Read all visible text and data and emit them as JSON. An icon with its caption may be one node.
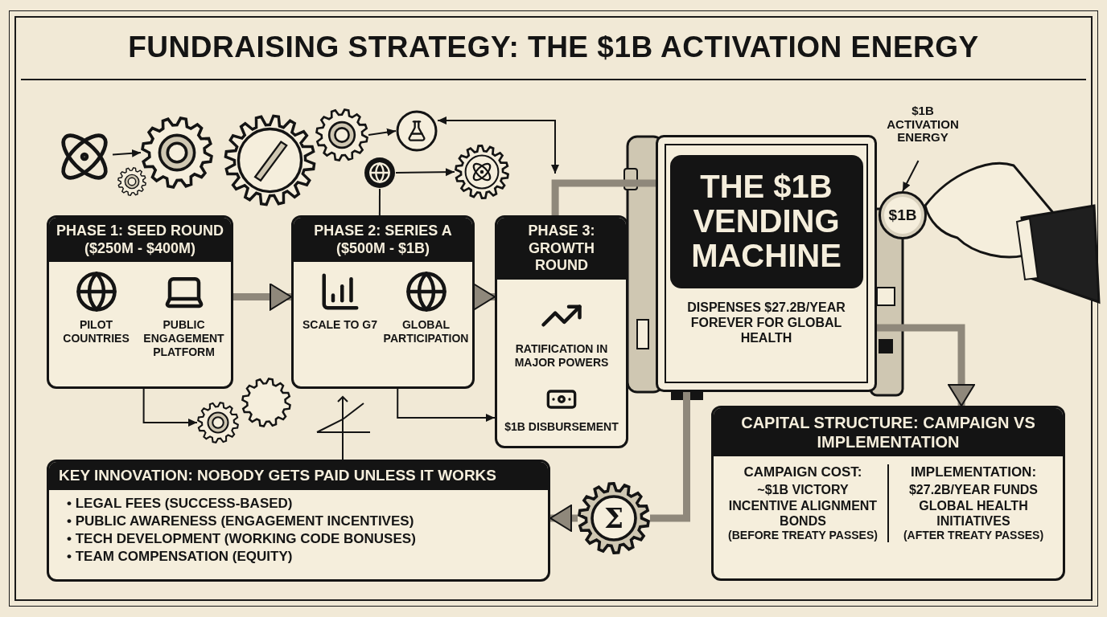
{
  "diagram": {
    "title": "FUNDRAISING STRATEGY: THE $1B ACTIVATION ENERGY",
    "nodes": [
      {
        "text": [],
        "shape": "picture"
      },
      {
        "text": [],
        "shape": "picture"
      },
      {
        "text": [],
        "shape": "picture"
      },
      {
        "text": [],
        "shape": "picture"
      },
      {
        "text": [],
        "shape": "picture"
      },
      {
        "text": [],
        "shape": "picture"
      },
      {
        "text": [
          "PHASE 1: SEED ROUND ($250M - $400M)",
          "PILOT COUNTRIES",
          "PUBLIC ENGAGEMENT PLATFORM"
        ]
      },
      {
        "text": [
          "PHASE 2: SERIES A ($500M - $1B)",
          "SCALE TO G7",
          "GLOBAL PARTICIPATION"
        ]
      },
      {
        "text": [
          "PHASE 3: GROWTH ROUND",
          "RATIFICATION IN MAJOR POWERS",
          "$1B DISBURSEMENT"
        ]
      },
      {
        "text": [
          "THE $1B VENDING MACHINE",
          "DISPENSES $27.2B/YEAR FOREVER FOR GLOBAL HEALTH"
        ]
      },
      {
        "text": [
          "$1B ACTIVATION ENERGY"
        ]
      },
      {
        "text": [
          "$1B"
        ]
      },
      {
        "text": [
          "CAPITAL STRUCTURE: CAMPAIGN VS IMPLEMENTATION",
          "CAMPAIGN COST:",
          "~$1B VICTORY INCENTIVE ALIGNMENT BONDS",
          "(BEFORE TREATY PASSES)",
          "IMPLEMENTATION:",
          "$27.2B/YEAR FUNDS GLOBAL HEALTH INITIATIVES",
          "(AFTER TREATY PASSES)"
        ]
      },
      {
        "text": [],
        "shape": "picture"
      },
      {
        "text": [
          "KEY INNOVATION: NOBODY GETS PAID UNLESS IT WORKS",
          "• LEGAL FEES (SUCCESS-BASED)",
          "• PUBLIC AWARENESS (ENGAGEMENT INCENTIVES)",
          "• TECH DEVELOPMENT (WORKING CODE BONUSES)",
          "• TEAM COMPENSATION (EQUITY)"
        ]
      },
      {
        "text": [
          "Σ"
        ]
      }
    ],
    "edges": [
      {
        "from": 0,
        "to": 1,
        "arrow": "to"
      },
      {
        "from": 2,
        "to": 3,
        "arrow": "to"
      },
      {
        "from": 4,
        "to": 5,
        "arrow": "to"
      },
      {
        "from": 3,
        "to": null,
        "arrow": "both"
      },
      {
        "from": 4,
        "to": 7,
        "arrow": "none"
      },
      {
        "from": 6,
        "to": 7,
        "arrow": "to",
        "style": "thick",
        "color": "#8f887b"
      },
      {
        "from": 7,
        "to": 8,
        "arrow": "to",
        "style": "thick",
        "color": "#8f887b"
      },
      {
        "from": 6,
        "to": 13,
        "arrow": "to"
      },
      {
        "from": 7,
        "to": 8,
        "arrow": "to"
      },
      {
        "from": 8,
        "to": 9,
        "arrow": "none",
        "style": "thick",
        "color": "#8f887b"
      },
      {
        "from": 10,
        "to": 11,
        "arrow": "to"
      },
      {
        "from": 9,
        "to": 12,
        "arrow": "to",
        "style": "thick",
        "color": "#8f887b"
      },
      {
        "from": 9,
        "to": 15,
        "arrow": "none",
        "style": "thick",
        "color": "#8f887b"
      },
      {
        "from": 15,
        "to": 14,
        "arrow": "to",
        "style": "thick",
        "color": "#8f887b"
      }
    ]
  }
}
